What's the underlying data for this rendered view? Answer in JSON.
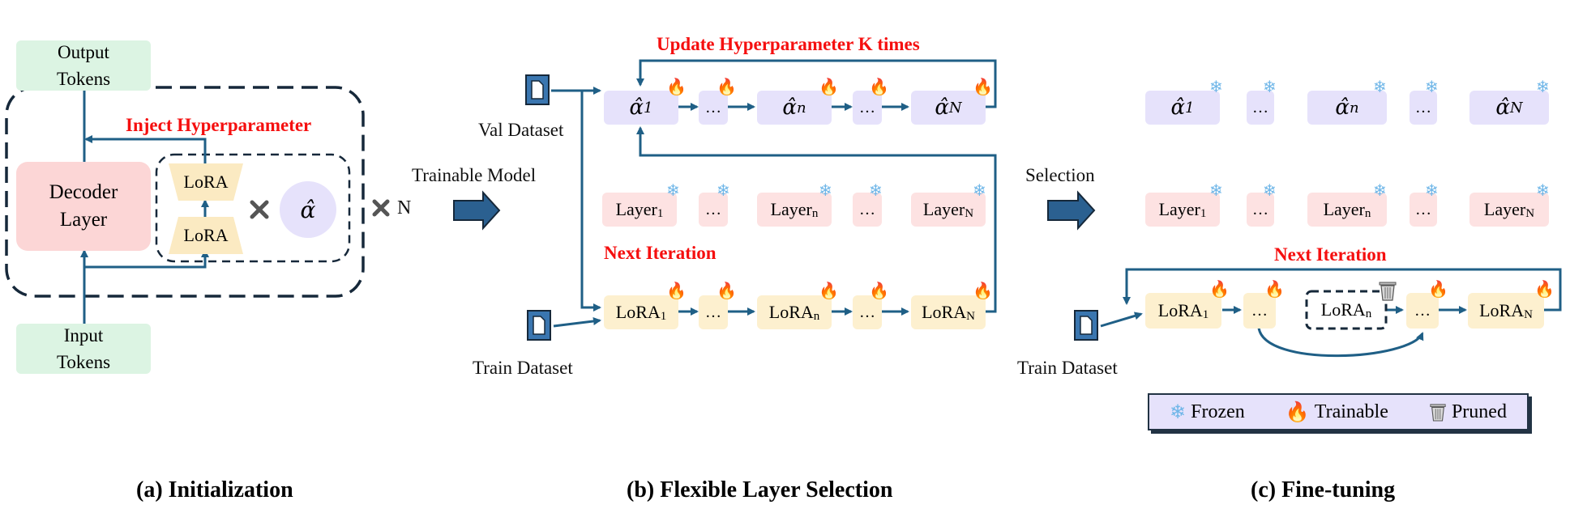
{
  "initialization": {
    "output_tokens": "Output Tokens",
    "input_tokens": "Input Tokens",
    "decoder_layer": "Decoder Layer",
    "lora_top": "LoRA",
    "lora_bottom": "LoRA",
    "alpha": "α̂",
    "inject_label": "Inject Hyperparameter",
    "times_n": "N"
  },
  "flexible": {
    "update_label": "Update Hyperparameter K times",
    "val_dataset": "Val Dataset",
    "train_dataset": "Train Dataset",
    "trainable_model": "Trainable Model",
    "next_iteration": "Next Iteration",
    "alpha_row": [
      "α̂",
      "…",
      "α̂",
      "…",
      "α̂"
    ],
    "alpha_subs": [
      "1",
      "",
      "n",
      "",
      "N"
    ],
    "layer_row": [
      "Layer",
      "…",
      "Layer",
      "…",
      "Layer"
    ],
    "layer_subs": [
      "1",
      "",
      "n",
      "",
      "N"
    ],
    "lora_row": [
      "LoRA",
      "…",
      "LoRA",
      "…",
      "LoRA"
    ],
    "lora_subs": [
      "1",
      "",
      "n",
      "",
      "N"
    ]
  },
  "finetune": {
    "selection": "Selection",
    "train_dataset": "Train Dataset",
    "next_iteration": "Next Iteration",
    "alpha_row": [
      "α̂",
      "…",
      "α̂",
      "…",
      "α̂"
    ],
    "alpha_subs": [
      "1",
      "",
      "n",
      "",
      "N"
    ],
    "layer_row": [
      "Layer",
      "…",
      "Layer",
      "…",
      "Layer"
    ],
    "layer_subs": [
      "1",
      "",
      "n",
      "",
      "N"
    ],
    "lora_row": [
      "LoRA",
      "…",
      "LoRA",
      "…",
      "LoRA"
    ],
    "lora_subs": [
      "1",
      "",
      "n",
      "",
      "N"
    ]
  },
  "legend": {
    "frozen": "Frozen",
    "trainable": "Trainable",
    "pruned": "Pruned"
  },
  "captions": {
    "a": "(a) Initialization",
    "b": "(b) Flexible Layer Selection",
    "c": "(c) Fine-tuning"
  },
  "icons": {
    "frozen": "snowflake-icon",
    "trainable": "fire-icon",
    "pruned": "trash-can-icon",
    "dataset": "document-icon"
  },
  "colors": {
    "arrow": "#1f5f86",
    "red_label": "#f50f0f",
    "purple_box": "#e6e2fb",
    "pink_box": "#fde2e2",
    "yellow_box": "#fdf0cf",
    "green_box": "#dcf4e3"
  }
}
